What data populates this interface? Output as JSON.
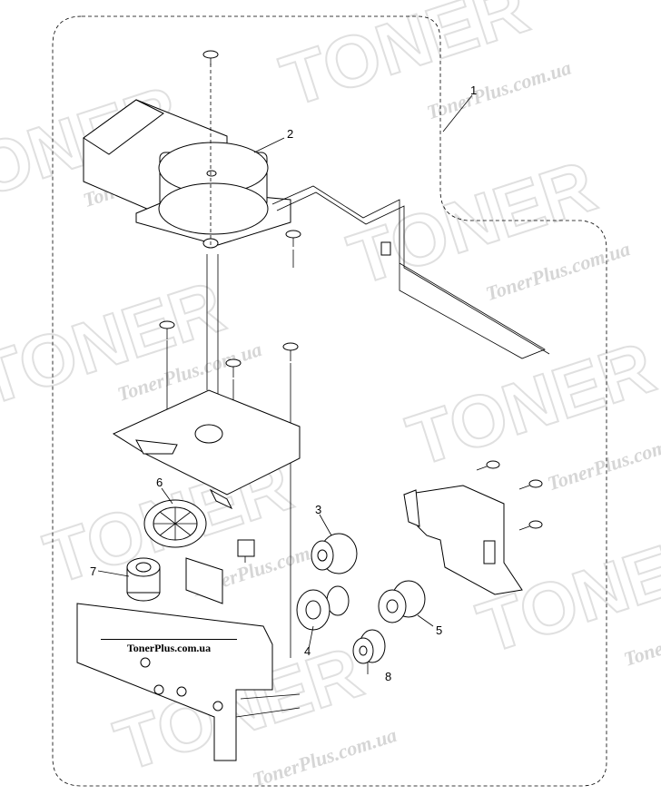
{
  "watermark": {
    "brand_logo": "TONER",
    "site": "TonerPlus.com.ua"
  },
  "callouts": [
    "1",
    "2",
    "3",
    "4",
    "5",
    "6",
    "7",
    "8"
  ],
  "site_label": "TonerPlus.com.ua"
}
